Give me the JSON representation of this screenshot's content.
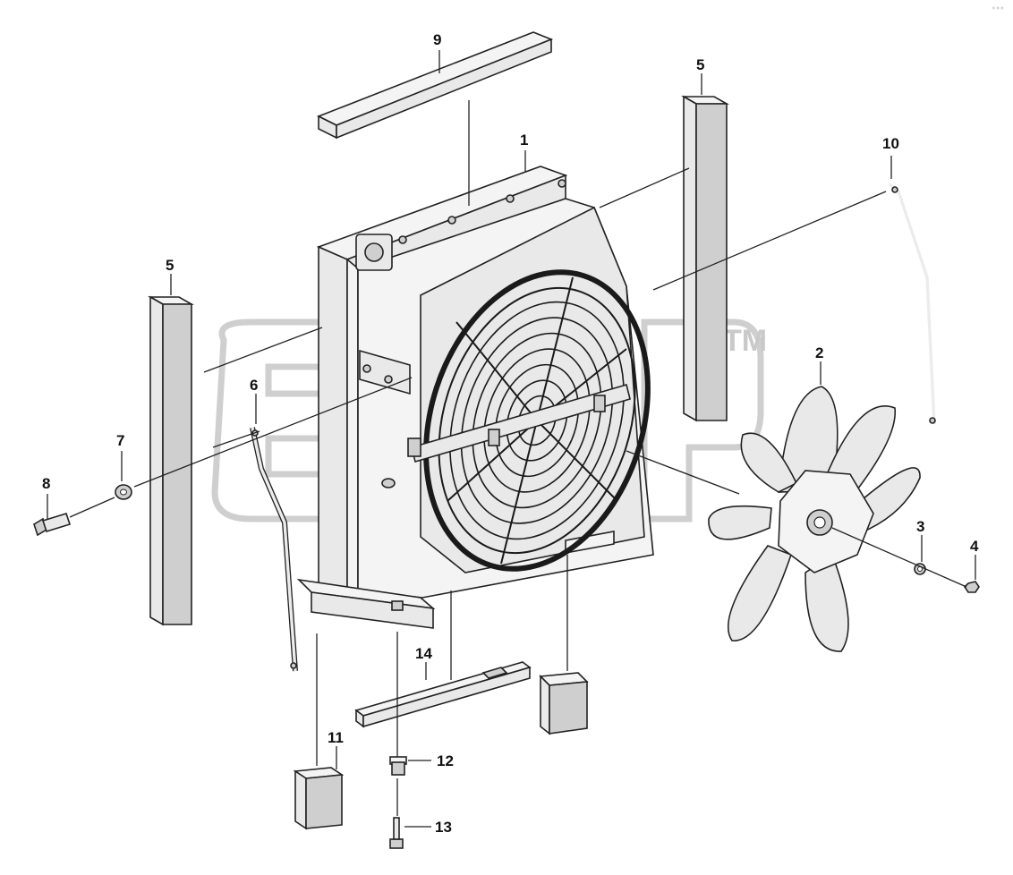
{
  "diagram": {
    "trademark": "TM",
    "corner_mark": "◦◦◦",
    "callouts": [
      {
        "id": "c9",
        "text": "9"
      },
      {
        "id": "c1",
        "text": "1"
      },
      {
        "id": "c5a",
        "text": "5"
      },
      {
        "id": "c10",
        "text": "10"
      },
      {
        "id": "c5b",
        "text": "5"
      },
      {
        "id": "c6",
        "text": "6"
      },
      {
        "id": "c7",
        "text": "7"
      },
      {
        "id": "c8",
        "text": "8"
      },
      {
        "id": "c2",
        "text": "2"
      },
      {
        "id": "c3",
        "text": "3"
      },
      {
        "id": "c4",
        "text": "4"
      },
      {
        "id": "c14",
        "text": "14"
      },
      {
        "id": "c11",
        "text": "11"
      },
      {
        "id": "c12",
        "text": "12"
      },
      {
        "id": "c13",
        "text": "13"
      }
    ]
  },
  "colors": {
    "line": "#222222",
    "part_fill": "#e9e9e9",
    "watermark": "#cfcfcf"
  }
}
